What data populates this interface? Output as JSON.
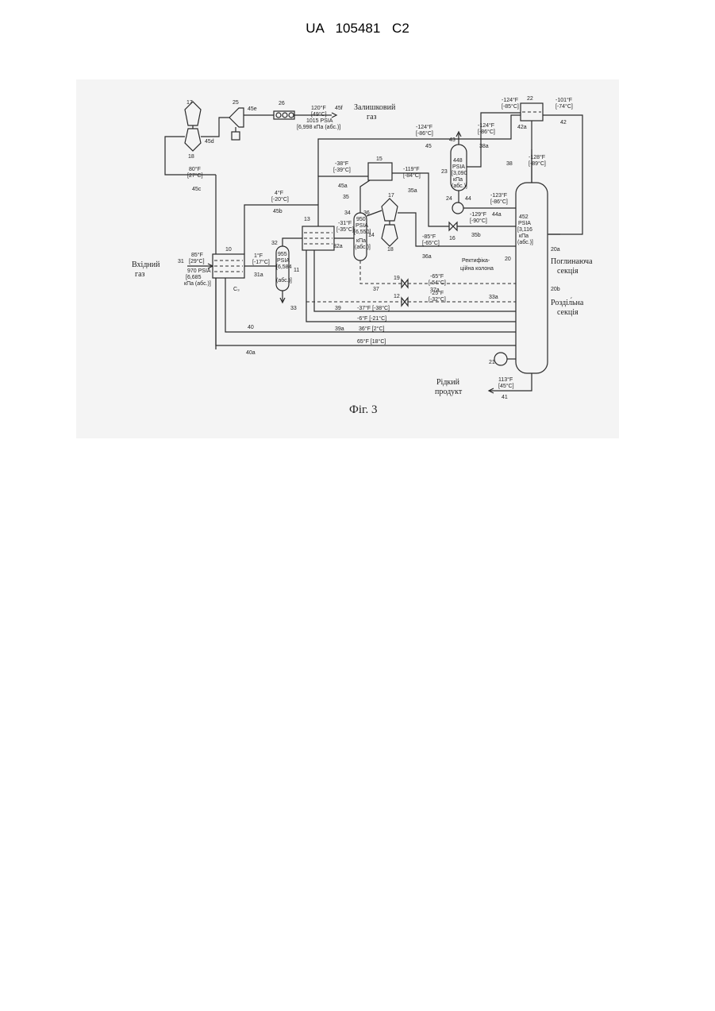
{
  "header": {
    "doc_id": "UA   105481   C2"
  },
  "figure": {
    "caption": "Фіг. 3",
    "labels": {
      "inlet_gas_1": "Вхідний",
      "inlet_gas_2": "газ",
      "residue_gas_1": "Залишковий",
      "residue_gas_2": "газ",
      "liquid_1": "Рідкий",
      "liquid_2": "продукт",
      "absorb_1": "Поглинаюча",
      "absorb_2": "секція",
      "separ_1": "Розділ́ьна",
      "separ_2": "секція",
      "column_1": "Ректифіка-",
      "column_2": "ційна колона"
    },
    "numbers": {
      "n17a": "17",
      "n18a": "18",
      "n25": "25",
      "n26": "26",
      "n45e": "45e",
      "n45f": "45f",
      "n45d": "45d",
      "n45c": "45c",
      "n45b": "45b",
      "n45a": "45a",
      "n45": "45",
      "n10": "10",
      "n11": "11",
      "n13": "13",
      "n14": "14",
      "n15": "15",
      "n16": "16",
      "n17b": "17",
      "n18b": "18",
      "n19": "19",
      "n12": "12",
      "n20": "20",
      "n20a": "20a",
      "n20b": "20b",
      "n21": "21",
      "n22": "22",
      "n23": "23",
      "n24": "24",
      "n31": "31",
      "n31a": "31a",
      "n32": "32",
      "n32a": "32a",
      "n33": "33",
      "n33a": "33a",
      "n34": "34",
      "n35": "35",
      "n35a": "35a",
      "n35b": "35b",
      "n36": "36",
      "n36a": "36a",
      "n37": "37",
      "n37a": "37a",
      "n38": "38",
      "n38a": "38a",
      "n39": "39",
      "n39a": "39a",
      "n40": "40",
      "n40a": "40a",
      "n41": "41",
      "n42": "42",
      "n42a": "42a",
      "n43": "43",
      "n44": "44",
      "n44a": "44a",
      "c3": "C₃"
    },
    "conditions": {
      "t120": "120°F",
      "t120c": "[49°C]",
      "p1015": "1015 PSIA",
      "p1015k": "[6,998 кПа (абс.)]",
      "t80": "80°F",
      "t80c": "[27°C]",
      "t4": "4°F",
      "t4c": "[-20°C]",
      "t85": "85°F",
      "t85c": "[29°C]",
      "p970": "970 PSIA",
      "p970a": "[6,685",
      "p970b": "кПа (абс.)]",
      "t1": "1°F",
      "t1c": "[-17°C]",
      "p955": "955",
      "p955b": "PSIA",
      "p955c": "[6,584",
      "p955d": "(абс.)]",
      "t38": "-38°F",
      "t38c": "[-39°C]",
      "t31": "-31°F",
      "t31c": "[-35°C]",
      "p950": "950",
      "p950b": "PSIA",
      "p950c": "[6,550]",
      "p950d": "кПа",
      "p950e": "(абс.)]",
      "t119": "-119°F",
      "t119c": "[-84°C]",
      "t124a": "-124°F",
      "t124ac": "[-86°C]",
      "t124b": "-124°F",
      "t124bc": "[-86°C]",
      "t124c": "-124°F",
      "t124cc": "[-85°C]",
      "t101": "-101°F",
      "t101c": "[-74°C]",
      "p448": "448",
      "p448b": "PSIA",
      "p448c": "[3,090",
      "p448d": "кПа",
      "p448e": "(абс.)]",
      "t128": "-128°F",
      "t128c": "[-89°C]",
      "t123": "-123°F",
      "t123c": "[-86°C]",
      "t129": "-129°F",
      "t129c": "[-90°C]",
      "t85b": "-85°F",
      "t85bc": "[-65°C]",
      "p452": "452",
      "p452b": "PSIA",
      "p452c": "[3,116",
      "p452d": "кПа",
      "p452e": "(абс.)]",
      "t65": "-65°F",
      "t65c": "[-54°C]",
      "t25": "-25°F",
      "t25c": "[-32°C]",
      "t37": "-37°F [-38°C]",
      "t6": "-6°F [-21°C]",
      "t36": "36°F [2°C]",
      "t65b": "65°F [18°C]",
      "t113": "113°F",
      "t113c": "[45°C]"
    }
  }
}
